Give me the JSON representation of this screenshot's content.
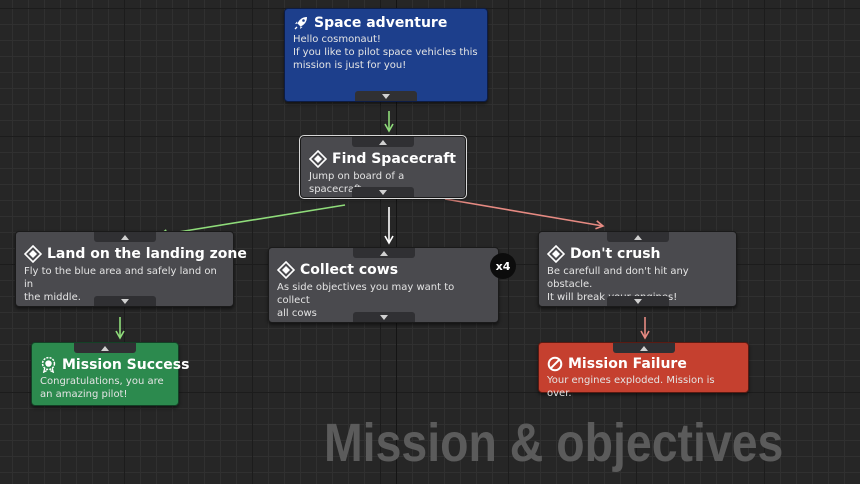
{
  "watermark": "Mission & objectives",
  "nodes": {
    "space_adventure": {
      "title": "Space adventure",
      "desc_lines": [
        "Hello cosmonaut!",
        "If you like to pilot space vehicles this",
        "mission is just for you!"
      ]
    },
    "find_spacecraft": {
      "title": "Find Spacecraft",
      "desc_lines": [
        "Jump on board of a spacecraft"
      ]
    },
    "land_zone": {
      "title": "Land on the landing zone",
      "desc_lines": [
        "Fly to the blue area and safely land on in",
        "the middle."
      ]
    },
    "collect_cows": {
      "title": "Collect cows",
      "desc_lines": [
        "As side objectives you may want to collect",
        "all cows"
      ],
      "badge": "x4"
    },
    "dont_crush": {
      "title": "Don't crush",
      "desc_lines": [
        "Be carefull and don't hit any obstacle.",
        "It will break your engines!"
      ]
    },
    "mission_success": {
      "title": "Mission Success",
      "desc_lines": [
        "Congratulations, you are",
        "an amazing pilot!"
      ]
    },
    "mission_failure": {
      "title": "Mission Failure",
      "desc_lines": [
        "Your engines exploded. Mission is over."
      ]
    }
  },
  "colors": {
    "link_success": "#8fdc7a",
    "link_failure": "#e68a82",
    "link_neutral": "#ffffff"
  }
}
